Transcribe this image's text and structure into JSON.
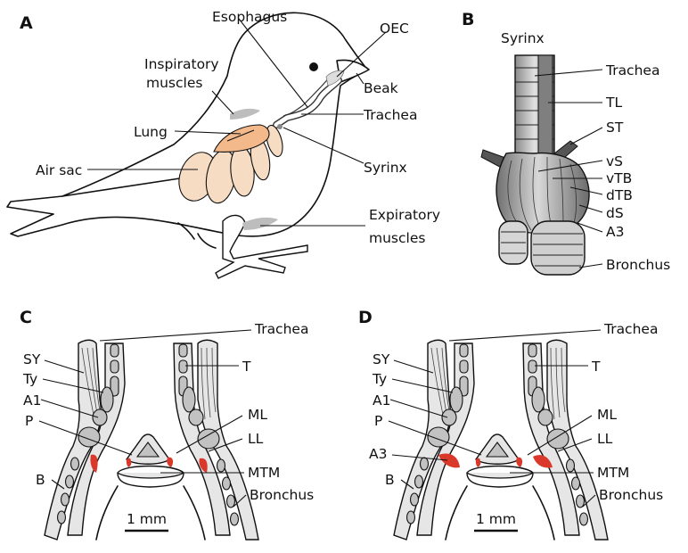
{
  "panels": {
    "a": {
      "letter": "A",
      "labels": {
        "esophagus": "Esophagus",
        "oec": "OEC",
        "inspiratory_1": "Inspiratory",
        "inspiratory_2": "muscles",
        "beak": "Beak",
        "trachea": "Trachea",
        "lung": "Lung",
        "air_sac": "Air sac",
        "syrinx": "Syrinx",
        "expiratory_1": "Expiratory",
        "expiratory_2": "muscles"
      }
    },
    "b": {
      "letter": "B",
      "labels": {
        "syrinx": "Syrinx",
        "trachea": "Trachea",
        "tl": "TL",
        "st": "ST",
        "vs": "vS",
        "vtb": "vTB",
        "dtb": "dTB",
        "ds": "dS",
        "a3": "A3",
        "bronchus": "Bronchus"
      }
    },
    "c": {
      "letter": "C",
      "labels": {
        "trachea": "Trachea",
        "sy": "SY",
        "ty": "Ty",
        "a1": "A1",
        "p": "P",
        "b": "B",
        "t": "T",
        "ml": "ML",
        "ll": "LL",
        "mtm": "MTM",
        "bronchus": "Bronchus"
      },
      "scale": "1 mm"
    },
    "d": {
      "letter": "D",
      "labels": {
        "trachea": "Trachea",
        "sy": "SY",
        "ty": "Ty",
        "a1": "A1",
        "p": "P",
        "a3": "A3",
        "b": "B",
        "t": "T",
        "ml": "ML",
        "ll": "LL",
        "mtm": "MTM",
        "bronchus": "Bronchus"
      },
      "scale": "1 mm"
    }
  },
  "colors": {
    "lung": "#f3b98a",
    "air_sac": "#f7dcc4",
    "muscle": "#bdbdbd",
    "tissue": "#e6e6e6",
    "cartilage": "#c2c2c2",
    "labia": "#d9382a"
  }
}
